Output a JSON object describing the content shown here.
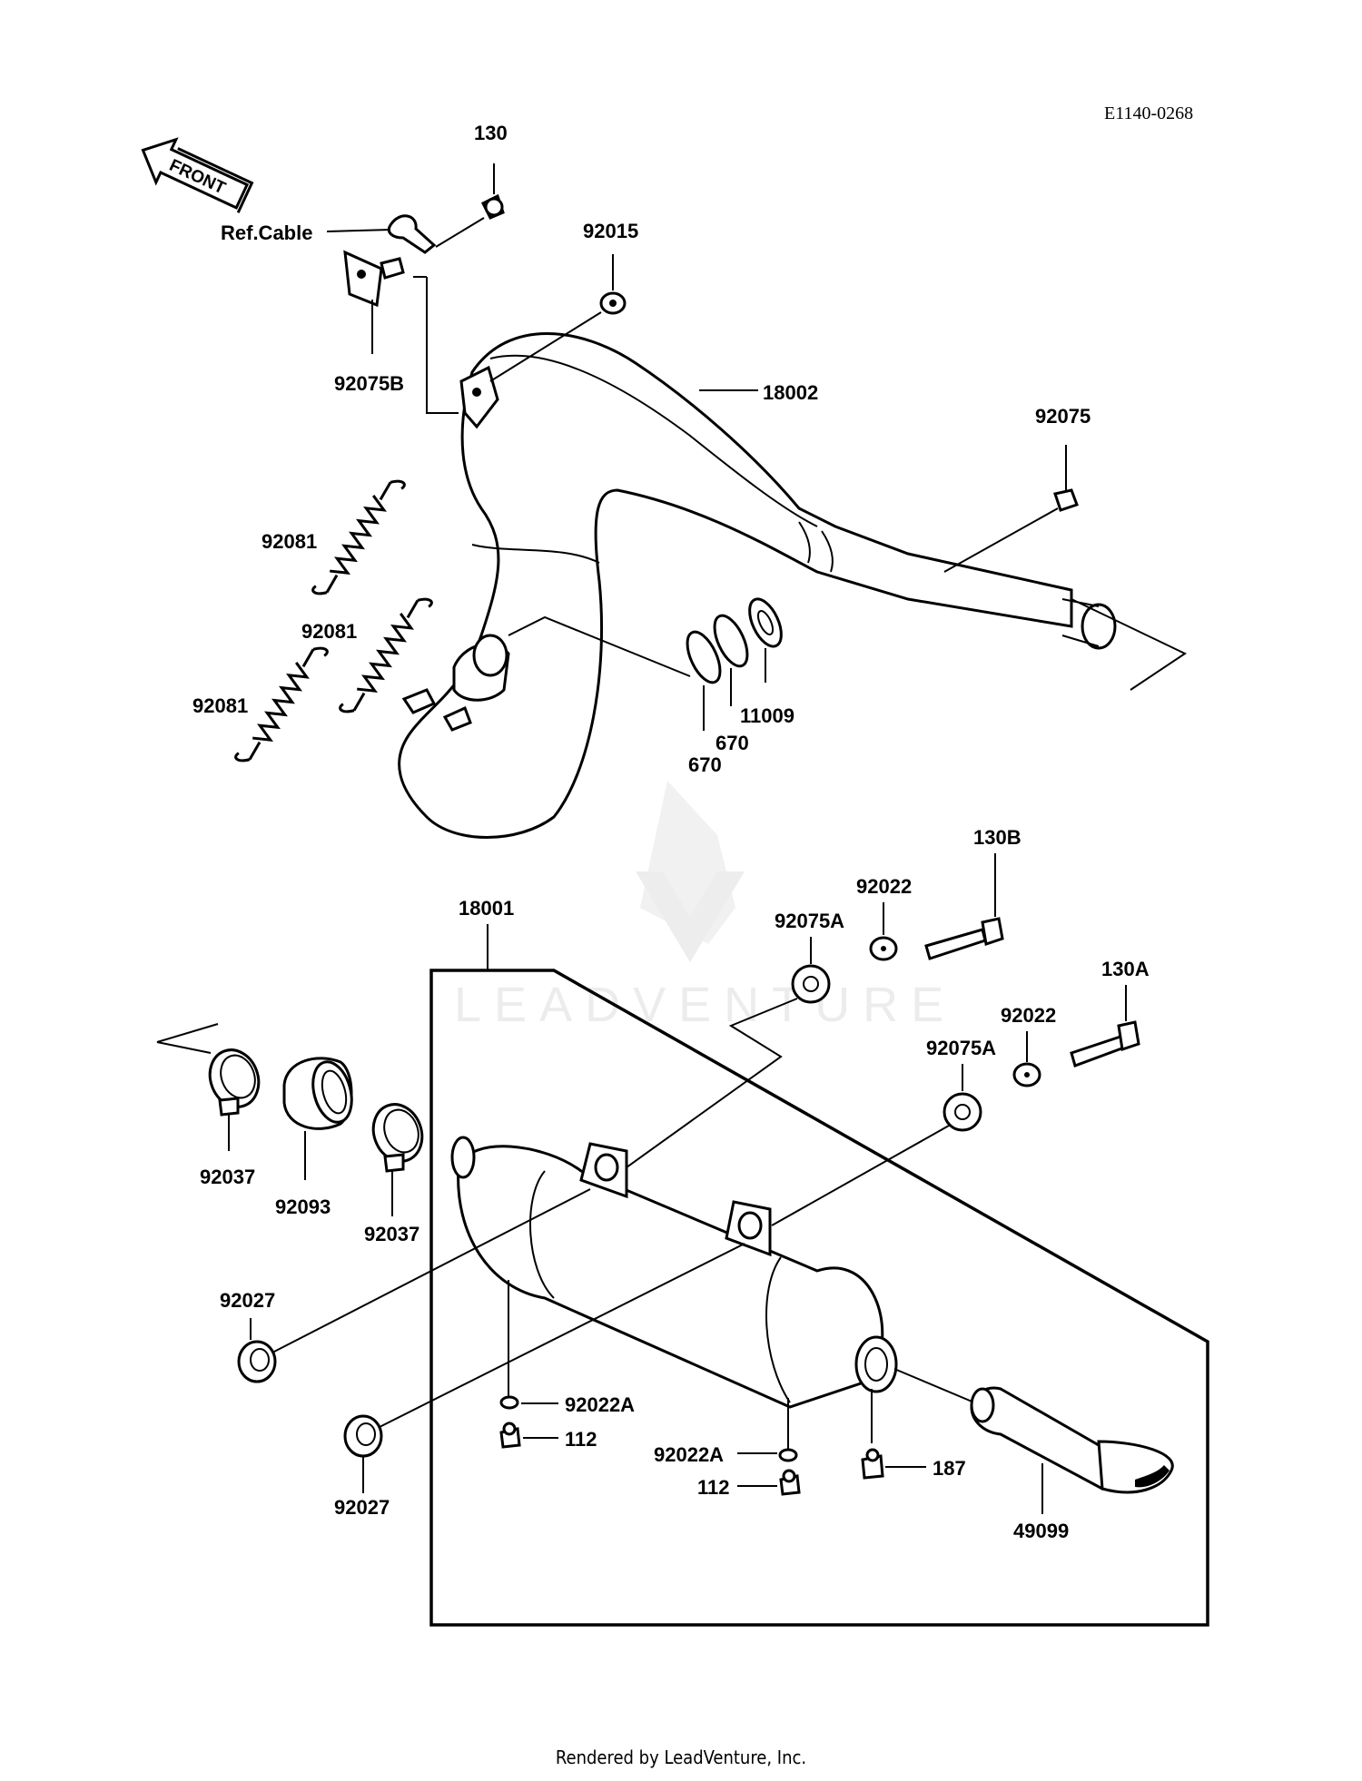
{
  "diagram": {
    "reference_code": "E1140-0268",
    "front_label": "FRONT",
    "watermark": "LEADVENTURE",
    "footer": "Rendered by LeadVenture, Inc.",
    "labels": {
      "p130": "130",
      "ref_cable": "Ref.Cable",
      "p92015": "92015",
      "p92075B": "92075B",
      "p18002": "18002",
      "p92075": "92075",
      "p92081_a": "92081",
      "p92081_b": "92081",
      "p92081_c": "92081",
      "p670_a": "670",
      "p670_b": "670",
      "p11009": "11009",
      "p130B": "130B",
      "p92022_a": "92022",
      "p92075A_a": "92075A",
      "p18001": "18001",
      "p130A": "130A",
      "p92022_b": "92022",
      "p92075A_b": "92075A",
      "p92037_a": "92037",
      "p92093": "92093",
      "p92037_b": "92037",
      "p92027_a": "92027",
      "p92027_b": "92027",
      "p92022A_a": "92022A",
      "p112_a": "112",
      "p92022A_b": "92022A",
      "p112_b": "112",
      "p187": "187",
      "p49099": "49099"
    }
  }
}
